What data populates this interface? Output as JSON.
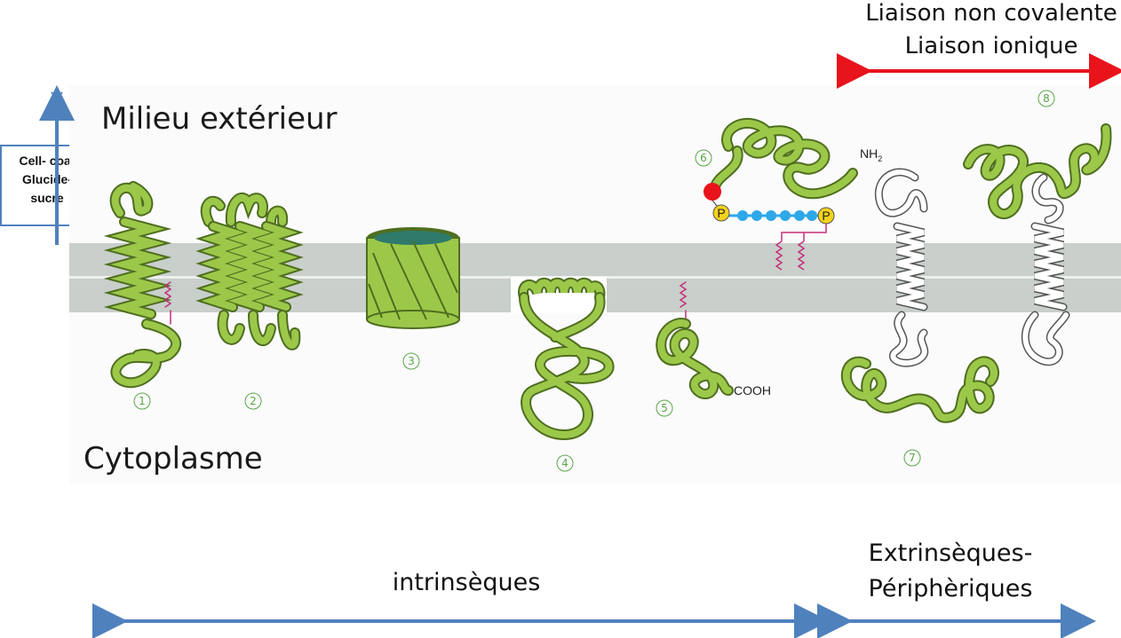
{
  "top_right": {
    "line1": "Liaison non covalente",
    "line2": "Liaison ionique"
  },
  "milieu_exterieur": "Milieu extérieur",
  "cytoplasme": "Cytoplasme",
  "cell_coat": {
    "line1": "Cell- coat",
    "line2": "Glucide-",
    "line3": "sucre"
  },
  "protein_numbers": [
    "1",
    "2",
    "3",
    "4",
    "5",
    "6",
    "7",
    "8"
  ],
  "labels": {
    "nh2": "NH",
    "nh2_sub": "2",
    "cooh": "COOH",
    "p": "P"
  },
  "categories": {
    "intrinseques": "intrinsèques",
    "extrinseques_line1": "Extrinsèques-",
    "extrinseques_line2": "Périphèriques"
  },
  "colors": {
    "protein_green": "#9cc84a",
    "protein_outline": "#4f6e1f",
    "membrane_gray": "#c9cfcb",
    "red_arrow": "#e8131b",
    "blue_arrow": "#4f81bd",
    "glyco_blue": "#2ea8e8",
    "phosphate_yellow": "#f4d21c",
    "lipid_anchor": "#c5307a"
  }
}
